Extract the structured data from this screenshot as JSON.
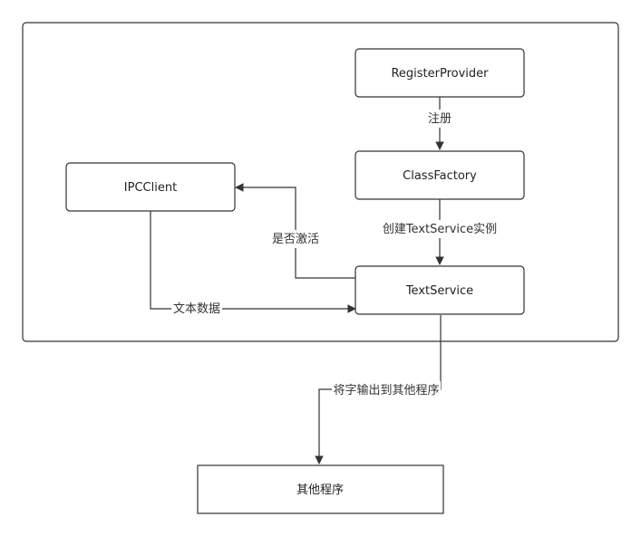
{
  "nodes": {
    "register_provider": "RegisterProvider",
    "class_factory": "ClassFactory",
    "text_service": "TextService",
    "ipc_client": "IPCClient",
    "other_programs": "其他程序"
  },
  "edges": {
    "register": "注册",
    "create_instance": "创建TextService实例",
    "is_activated": "是否激活",
    "text_data": "文本数据",
    "output_chars": "将字输出到其他程序"
  }
}
